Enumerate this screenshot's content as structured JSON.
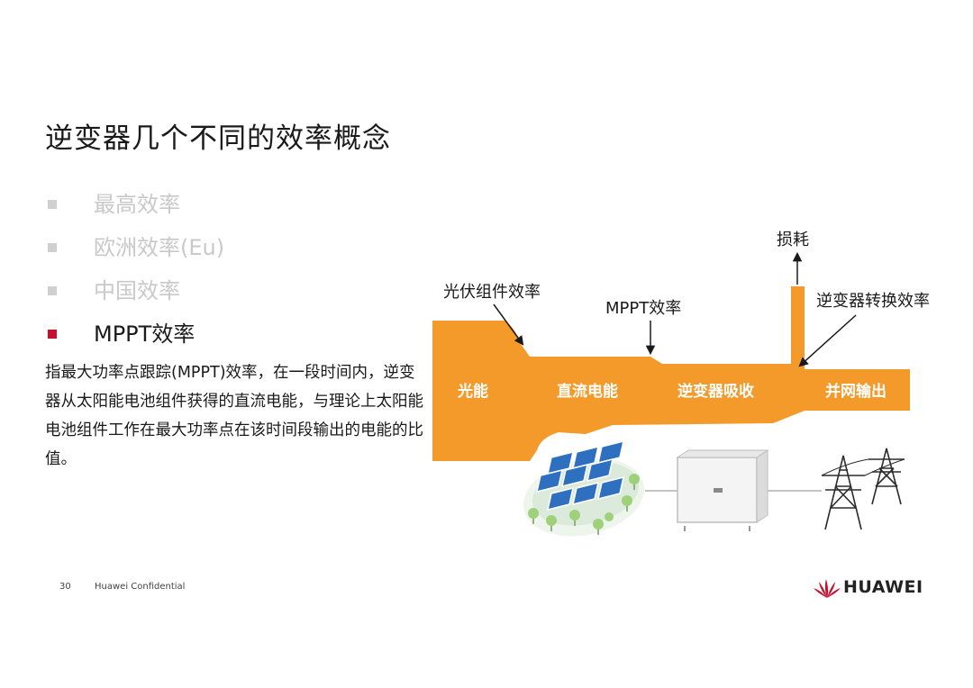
{
  "title": "逆变器几个不同的效率概念",
  "bullets": [
    {
      "label": "最高效率",
      "active": false
    },
    {
      "label": "欧洲效率(Eu)",
      "active": false
    },
    {
      "label": "中国效率",
      "active": false
    },
    {
      "label": "MPPT效率",
      "active": true
    }
  ],
  "description": "指最大功率点跟踪(MPPT)效率，在一段时间内，逆变器从太阳能电池组件获得的直流电能，与理论上太阳能电池组件工作在最大功率点在该时间段输出的电能的比值。",
  "diagram": {
    "stages": [
      "光能",
      "直流电能",
      "逆变器吸收",
      "并网输出"
    ],
    "annotations": {
      "pv_module_efficiency": "光伏组件效率",
      "mppt_efficiency": "MPPT效率",
      "loss": "损耗",
      "conversion_efficiency": "逆变器转换效率"
    },
    "flow_color": "#f39a2b"
  },
  "footer": {
    "page_number": "30",
    "confidential": "Huawei Confidential",
    "brand": "HUAWEI",
    "brand_color": "#c8102e"
  }
}
